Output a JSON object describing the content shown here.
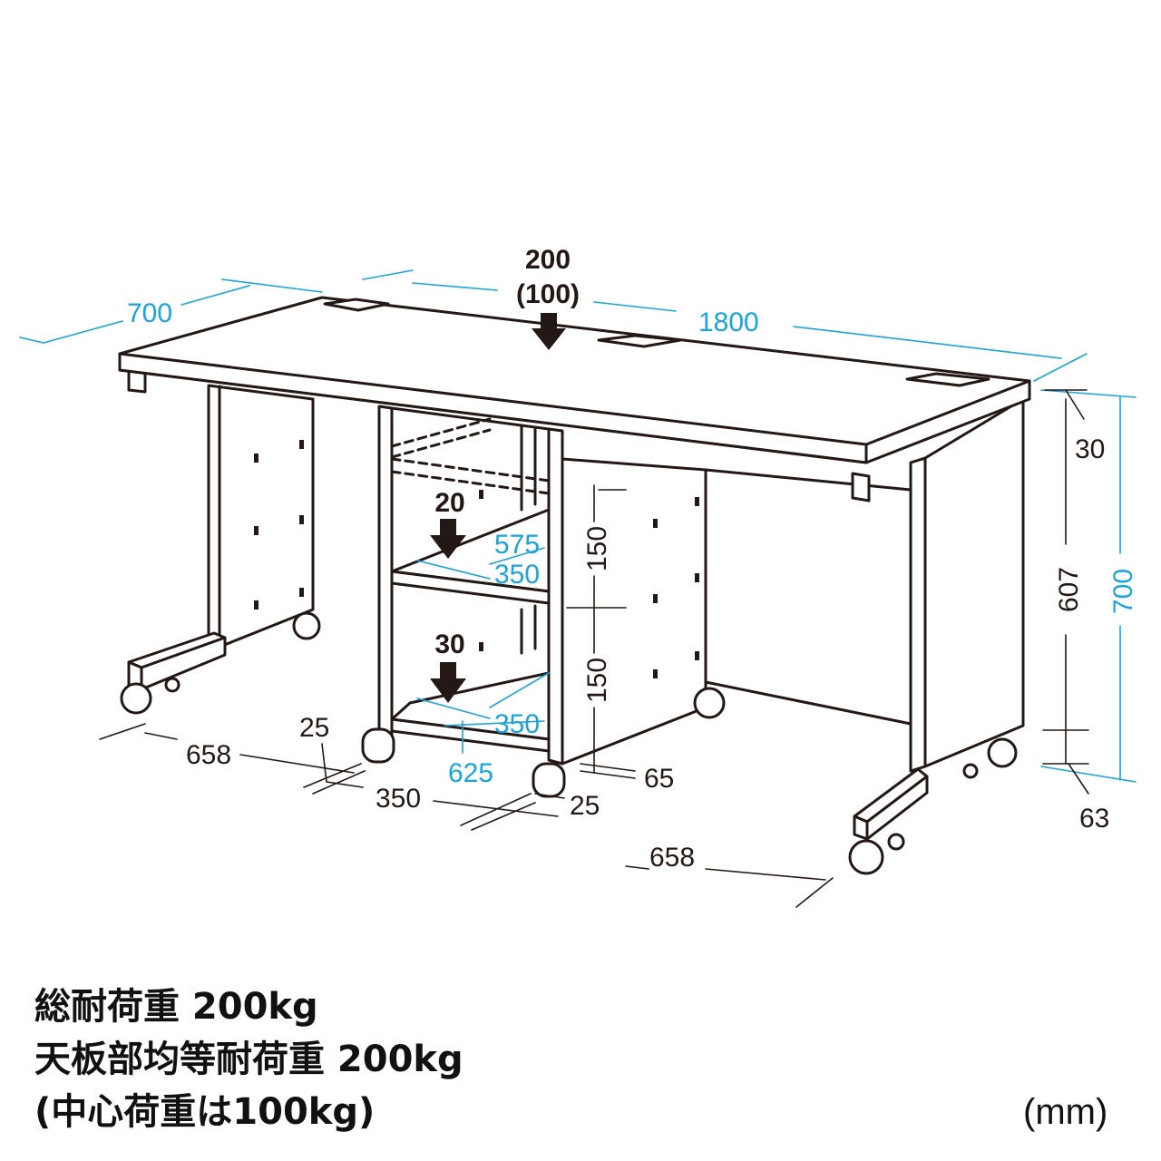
{
  "dimensions": {
    "width": "1800",
    "depth": "700",
    "height": "700",
    "under_top_height": "607",
    "top_thickness": "30",
    "bottom_clearance": "63",
    "leg_span_left": "658",
    "leg_span_right": "658",
    "rack_width": "350",
    "frame_left": "25",
    "frame_right": "25",
    "rack_depth": "625",
    "rack_offset": "65",
    "shelf_depth_upper": "575",
    "shelf_width_upper": "350",
    "shelf_width_lower": "350",
    "shelf_pitch_upper": "150",
    "shelf_pitch_lower": "150"
  },
  "loads": {
    "top": "200",
    "top_center": "(100)",
    "upper_shelf": "20",
    "lower_shelf": "30"
  },
  "specs": [
    "総耐荷重 200kg",
    "天板部均等耐荷重 200kg",
    "(中心荷重は100kg)"
  ],
  "unit_label": "(mm)",
  "colors": {
    "line": "#231815",
    "dimension": "#1aa3dc"
  }
}
